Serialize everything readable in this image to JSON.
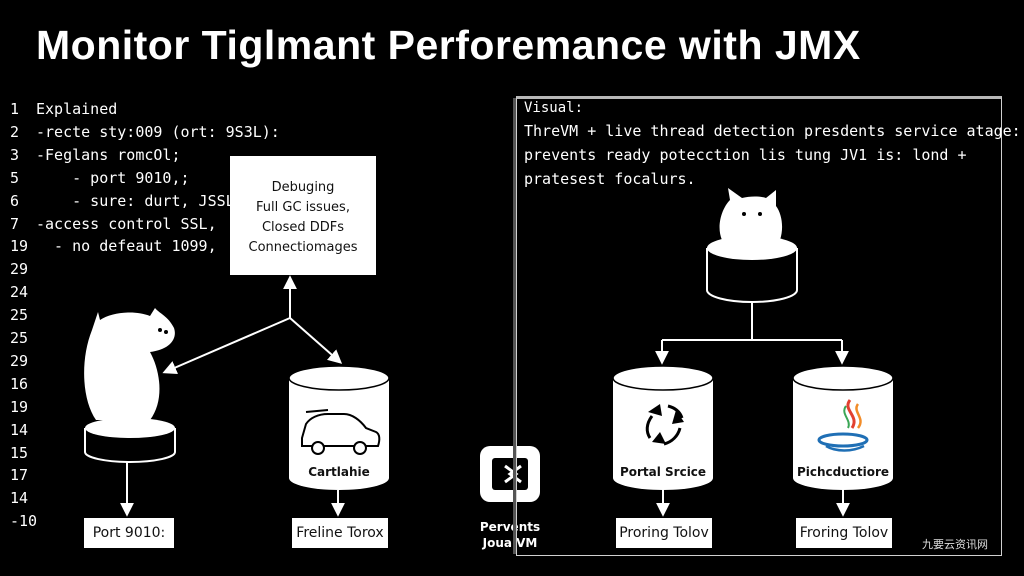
{
  "title": "Monitor Tiglmant Perforemance with JMX",
  "code_lines": [
    {
      "num": "1",
      "text": "Explained"
    },
    {
      "num": "2",
      "text": "-recte sty:009 (ort: 9S3L):"
    },
    {
      "num": "3",
      "text": "-Feglans romcOl;"
    },
    {
      "num": "5",
      "text": "    - port 9010,;"
    },
    {
      "num": "6",
      "text": "    - sure: durt, JSSL"
    },
    {
      "num": "7",
      "text": "-access control SSL,"
    },
    {
      "num": "19",
      "text": "  - no defeaut 1099,"
    },
    {
      "num": "29",
      "text": ""
    },
    {
      "num": "24",
      "text": ""
    },
    {
      "num": "25",
      "text": ""
    },
    {
      "num": "25",
      "text": ""
    },
    {
      "num": "29",
      "text": ""
    },
    {
      "num": "16",
      "text": ""
    },
    {
      "num": "19",
      "text": ""
    },
    {
      "num": "14",
      "text": ""
    },
    {
      "num": "15",
      "text": ""
    },
    {
      "num": "17",
      "text": ""
    },
    {
      "num": "14",
      "text": ""
    },
    {
      "num": "-10",
      "text": ""
    }
  ],
  "callout": {
    "lines": [
      "Debuging",
      "Full GC issues,",
      "Closed DDFs",
      "Connectiomages"
    ]
  },
  "left_db_label": "Cartlahie",
  "port_label": "Port 9010:",
  "freline_label": "Freline Torox",
  "app_text": [
    "Pervents",
    "JoualVM"
  ],
  "panel": {
    "label": "Visual:",
    "lines": [
      "ThreVM + live thread detection presdents service atage:",
      "prevents ready potecction lis tung JV1 is: lond +",
      "pratesest focalurs."
    ]
  },
  "portal_label": "Portal Srcice",
  "piche_label": "Pichcductiore",
  "proring_label": "Proring Tolov",
  "fraring_label": "Froring Tolov",
  "watermark": "九要云资讯网",
  "colors": {
    "background": "#000000",
    "foreground": "#ffffff",
    "box": "#ffffff"
  }
}
